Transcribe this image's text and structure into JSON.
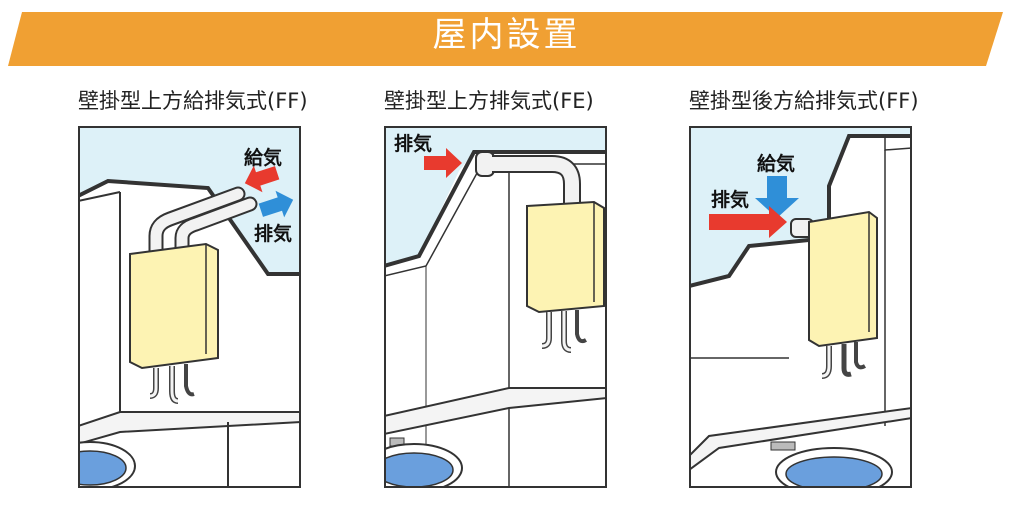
{
  "banner": {
    "title": "屋内設置",
    "color": "#f0a033"
  },
  "panels": [
    {
      "caption": "壁掛型上方給排気式(FF)",
      "supply_label": "給気",
      "exhaust_label": "排気"
    },
    {
      "caption": "壁掛型上方排気式(FE)",
      "exhaust_label": "排気"
    },
    {
      "caption": "壁掛型後方給排気式(FF)",
      "supply_label": "給気",
      "exhaust_label": "排気"
    }
  ],
  "colors": {
    "wall": "#ddf1f8",
    "heater": "#fdf3b3",
    "supply_arrow": "#2f8fd8",
    "exhaust_arrow": "#e83a2e",
    "outline": "#333333"
  }
}
